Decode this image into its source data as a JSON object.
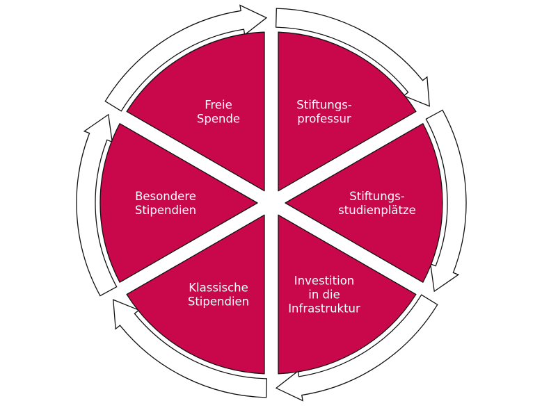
{
  "diagram": {
    "colors": {
      "segment_fill": "#c8084b",
      "segment_stroke": "#111111",
      "arrow_fill": "#ffffff",
      "arrow_stroke": "#111111",
      "label_color": "#ffffff"
    },
    "segments": [
      {
        "id": "stiftungsprofessur",
        "lines": [
          "Stiftungs-",
          "professur"
        ]
      },
      {
        "id": "stiftungsstudienplaetze",
        "lines": [
          "Stiftungs-",
          "studienplätze"
        ]
      },
      {
        "id": "investition",
        "lines": [
          "Investition",
          "in die",
          "Infrastruktur"
        ]
      },
      {
        "id": "klassische-stipendien",
        "lines": [
          "Klassische",
          "Stipendien"
        ]
      },
      {
        "id": "besondere-stipendien",
        "lines": [
          "Besondere",
          "Stipendien"
        ]
      },
      {
        "id": "freie-spende",
        "lines": [
          "Freie",
          "Spende"
        ]
      }
    ]
  }
}
